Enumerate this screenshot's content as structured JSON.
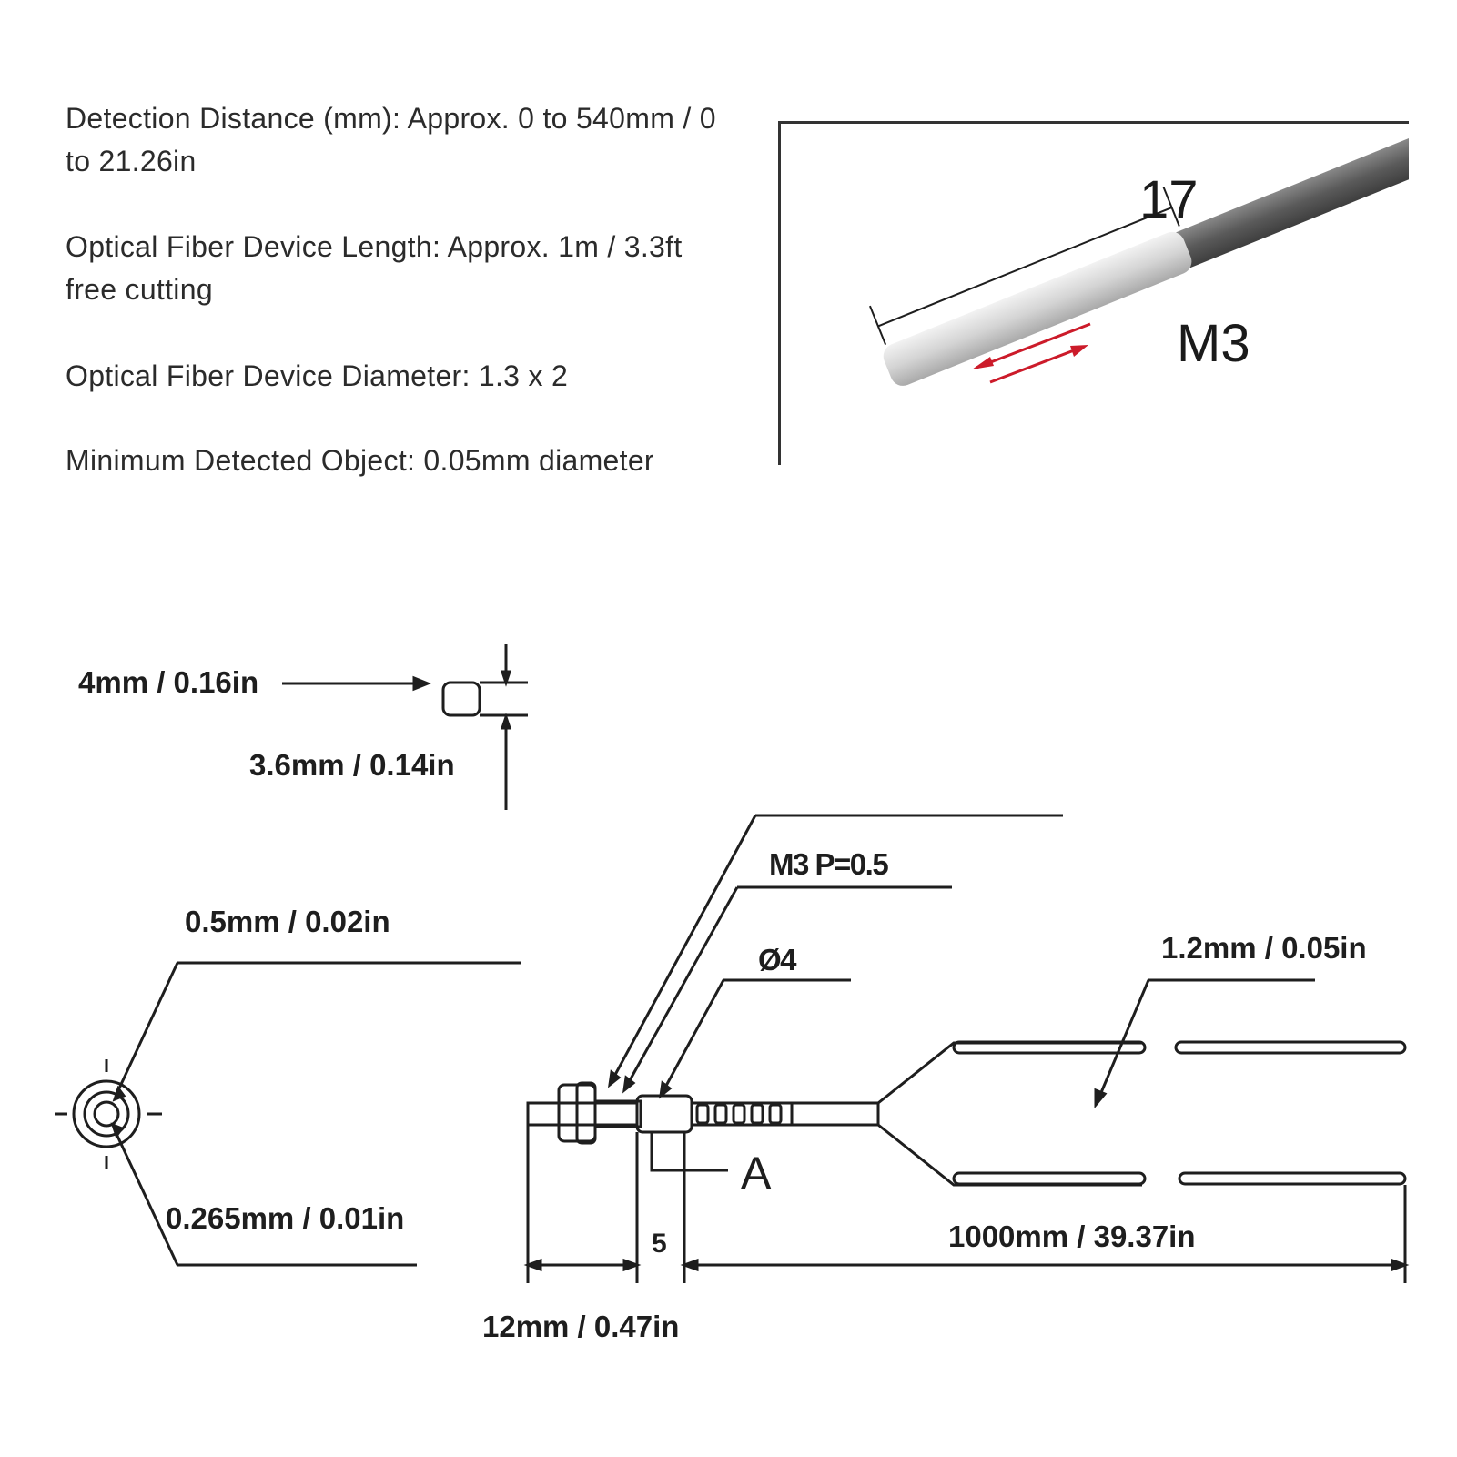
{
  "specs": {
    "detection": "Detection Distance (mm): Approx. 0 to 540mm / 0 to 21.26in",
    "length": "Optical Fiber Device Length: Approx. 1m / 3.3ft free cutting",
    "diameter": "Optical Fiber Device Diameter: 1.3 x 2",
    "min_object": "Minimum Detected Object: 0.05mm diameter"
  },
  "photo": {
    "length_label": "17",
    "thread_label": "M3"
  },
  "dimensions": {
    "head_width": "4mm / 0.16in",
    "head_height": "3.6mm / 0.14in",
    "thread": "M3 P=0.5",
    "collar_diameter": "Ø4",
    "cross_outer": "0.5mm / 0.02in",
    "cross_inner": "0.265mm / 0.01in",
    "cable_diameter": "1.2mm / 0.05in",
    "section_a": "A",
    "offset": "5",
    "cable_length": "1000mm / 39.37in",
    "head_length": "12mm / 0.47in"
  },
  "colors": {
    "line": "#1e1e1e",
    "arrow_red": "#cc1b2a",
    "metal": "#cfcfcf",
    "cable": "#5f5f5f"
  }
}
